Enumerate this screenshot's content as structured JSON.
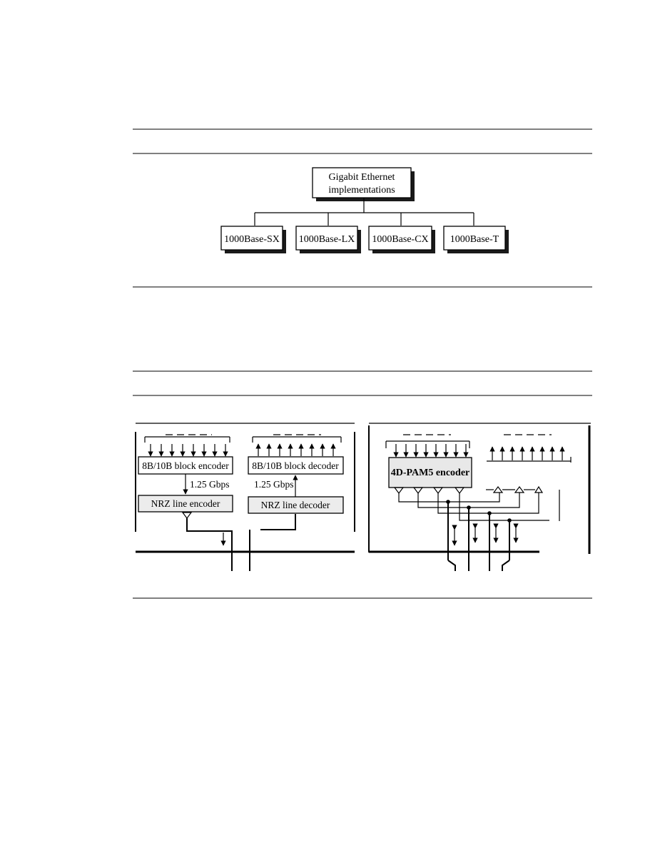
{
  "tree": {
    "root": [
      "Gigabit Ethernet",
      "implementations"
    ],
    "children": [
      "1000Base-SX",
      "1000Base-LX",
      "1000Base-CX",
      "1000Base-T"
    ]
  },
  "encoding_left": {
    "encoder": "8B/10B block encoder",
    "decoder": "8B/10B block decoder",
    "rate_tx": "1.25 Gbps",
    "rate_rx": "1.25 Gbps",
    "line_encoder": "NRZ line encoder",
    "line_decoder": "NRZ line decoder"
  },
  "encoding_right": {
    "encoder": "4D-PAM5 encoder"
  }
}
